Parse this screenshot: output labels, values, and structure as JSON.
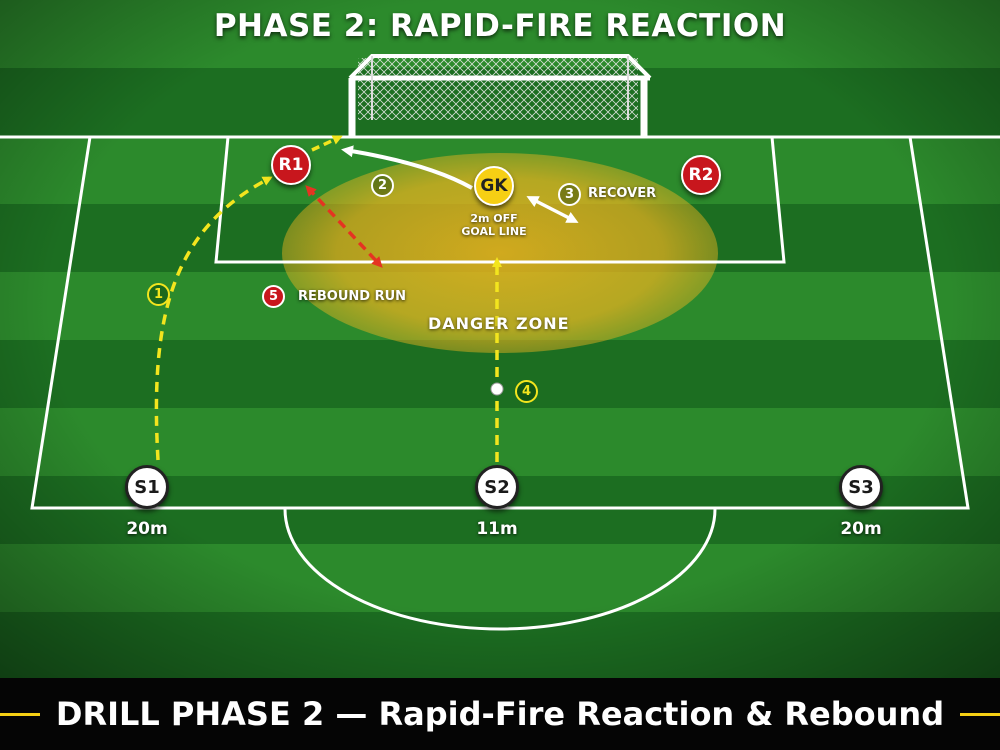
{
  "title": "PHASE 2: RAPID-FIRE REACTION",
  "footer": "DRILL PHASE 2 — Rapid-Fire Reaction & Rebound",
  "colors": {
    "grass_dark": "#1c6e21",
    "grass_light": "#2c8a2c",
    "line": "#ffffff",
    "yellow_path": "#f3e51e",
    "red_path": "#e53322",
    "white_path": "#ffffff",
    "rebounder": "#c8161d",
    "goalkeeper": "#f6cf14",
    "danger_zone": "#f0b41e",
    "footer_bg": "#050505",
    "footer_accent": "#f6cf14"
  },
  "players": {
    "r1": "R1",
    "r2": "R2",
    "gk": "GK",
    "s1": "S1",
    "s2": "S2",
    "s3": "S3"
  },
  "distances": {
    "s1": "20m",
    "s2": "11m",
    "s3": "20m"
  },
  "steps": {
    "one": "1",
    "two": "2",
    "three": "3",
    "four": "4",
    "five": "5"
  },
  "labels": {
    "recover": "RECOVER",
    "rebound_run": "REBOUND RUN",
    "danger_zone": "DANGER ZONE",
    "gk_note_line1": "2m OFF",
    "gk_note_line2": "GOAL LINE"
  },
  "icons": {
    "goal": "goal-net-icon",
    "ball": "ball-icon"
  }
}
